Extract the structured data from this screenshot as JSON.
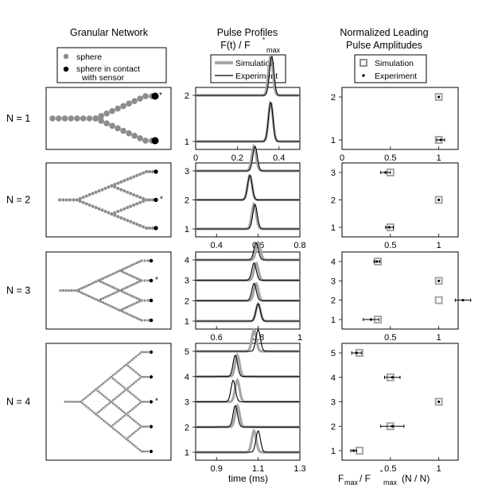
{
  "headers": {
    "network": "Granular Network",
    "profiles_title": "Pulse Profiles",
    "profiles_formula": "F(t) / F",
    "profiles_formula_sup": "*",
    "profiles_formula_sub": "max",
    "amplitudes_title_1": "Normalized Leading",
    "amplitudes_title_2": "Pulse Amplitudes"
  },
  "legends": {
    "network": {
      "sphere": "sphere",
      "contact_1": "sphere in contact",
      "contact_2": "with sensor"
    },
    "profiles": {
      "simulation": "Simulation",
      "experiment": "Experiment"
    },
    "amplitudes": {
      "simulation": "Simulation",
      "experiment": "Experiment"
    }
  },
  "network_labels": [
    "N = 1",
    "N = 2",
    "N = 3",
    "N = 4"
  ],
  "star": "*",
  "axis_labels": {
    "time": "time (ms)",
    "amp_F": "F",
    "amp_max": "max",
    "amp_sep": " / F",
    "amp_star": "*",
    "amp_max2": "max",
    "amp_units": "(N / N)"
  },
  "colors": {
    "simulation": "#a6a6a6",
    "experiment": "#000000",
    "network_sphere": "#8c8c8c",
    "sensor_sphere": "#000000"
  },
  "chart_data": [
    {
      "type": "line",
      "panel": "profiles",
      "N": 1,
      "xlim": [
        0,
        0.5
      ],
      "xticks": [
        0,
        0.2,
        0.4
      ],
      "channels": [
        1,
        2
      ],
      "series": [
        {
          "name": "Simulation",
          "peak_times": [
            0.36,
            0.36
          ]
        },
        {
          "name": "Experiment",
          "peak_times": [
            0.36,
            0.365
          ]
        }
      ]
    },
    {
      "type": "line",
      "panel": "profiles",
      "N": 2,
      "xlim": [
        0.3,
        0.8
      ],
      "xticks": [
        0.4,
        0.6,
        0.8
      ],
      "channels": [
        1,
        2,
        3
      ],
      "series": [
        {
          "name": "Simulation",
          "peak_times": [
            0.58,
            0.56,
            0.58
          ]
        },
        {
          "name": "Experiment",
          "peak_times": [
            0.585,
            0.56,
            0.585
          ]
        }
      ]
    },
    {
      "type": "line",
      "panel": "profiles",
      "N": 3,
      "xlim": [
        0.5,
        1.0
      ],
      "xticks": [
        0.6,
        0.8,
        1.0
      ],
      "channels": [
        1,
        2,
        3,
        4
      ],
      "series": [
        {
          "name": "Simulation",
          "peak_times": [
            0.8,
            0.79,
            0.79,
            0.8
          ]
        },
        {
          "name": "Experiment",
          "peak_times": [
            0.8,
            0.78,
            0.78,
            0.79
          ]
        }
      ]
    },
    {
      "type": "line",
      "panel": "profiles",
      "N": 4,
      "xlim": [
        0.8,
        1.3
      ],
      "xticks": [
        0.9,
        1.1,
        1.3
      ],
      "xlabel": "time (ms)",
      "channels": [
        1,
        2,
        3,
        4,
        5
      ],
      "series": [
        {
          "name": "Simulation",
          "peak_times": [
            1.08,
            1.0,
            1.0,
            1.0,
            1.08
          ]
        },
        {
          "name": "Experiment",
          "peak_times": [
            1.1,
            0.99,
            0.98,
            0.99,
            1.1
          ]
        }
      ]
    },
    {
      "type": "scatter",
      "panel": "amplitudes",
      "N": 1,
      "xlim": [
        0,
        1.2
      ],
      "xticks": [
        0,
        0.5,
        1.0
      ],
      "channels": [
        1,
        2
      ],
      "series": [
        {
          "name": "Simulation",
          "values": [
            1.0,
            1.0
          ]
        },
        {
          "name": "Experiment",
          "values": [
            1.02,
            1.0
          ],
          "errors": [
            0.04,
            0
          ]
        }
      ]
    },
    {
      "type": "scatter",
      "panel": "amplitudes",
      "N": 2,
      "xlim": [
        0,
        1.2
      ],
      "xticks": [
        0.5,
        1.0
      ],
      "channels": [
        1,
        2,
        3
      ],
      "series": [
        {
          "name": "Simulation",
          "values": [
            0.5,
            1.0,
            0.5
          ]
        },
        {
          "name": "Experiment",
          "values": [
            0.49,
            1.0,
            0.45
          ],
          "errors": [
            0.04,
            0,
            0.05
          ]
        }
      ]
    },
    {
      "type": "scatter",
      "panel": "amplitudes",
      "N": 3,
      "xlim": [
        0,
        1.2
      ],
      "xticks": [
        0.5,
        1.0
      ],
      "channels": [
        1,
        2,
        3,
        4
      ],
      "series": [
        {
          "name": "Simulation",
          "values": [
            0.37,
            1.0,
            1.0,
            0.37
          ]
        },
        {
          "name": "Experiment",
          "values": [
            0.3,
            1.25,
            1.0,
            0.36
          ],
          "errors": [
            0.08,
            0.08,
            0,
            0.03
          ]
        }
      ]
    },
    {
      "type": "scatter",
      "panel": "amplitudes",
      "N": 4,
      "xlim": [
        0,
        1.2
      ],
      "xticks": [
        0.5,
        1.0
      ],
      "xlabel": "F max / F* max (N / N)",
      "channels": [
        1,
        2,
        3,
        4,
        5
      ],
      "series": [
        {
          "name": "Simulation",
          "values": [
            0.18,
            0.5,
            1.0,
            0.5,
            0.18
          ]
        },
        {
          "name": "Experiment",
          "values": [
            0.12,
            0.52,
            1.0,
            0.52,
            0.15
          ],
          "errors": [
            0.03,
            0.12,
            0,
            0.08,
            0.05
          ]
        }
      ]
    }
  ]
}
